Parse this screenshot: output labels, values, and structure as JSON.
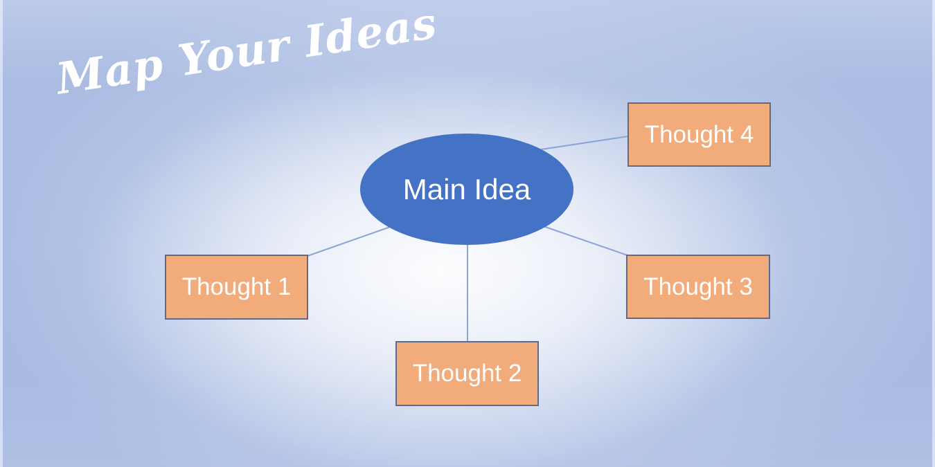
{
  "title": {
    "text": "Map Your Ideas"
  },
  "diagram": {
    "center": {
      "label": "Main Idea"
    },
    "nodes": [
      {
        "id": "thought-1",
        "label": "Thought 1"
      },
      {
        "id": "thought-2",
        "label": "Thought 2"
      },
      {
        "id": "thought-3",
        "label": "Thought 3"
      },
      {
        "id": "thought-4",
        "label": "Thought 4"
      }
    ]
  },
  "colors": {
    "background_edge": "#a9bbe2",
    "background_center": "#f2f5fb",
    "center_ellipse_fill": "#4472c4",
    "thought_fill": "#f2ab7b",
    "thought_border": "#5d6b88",
    "connector_line": "#8aa4d6",
    "title_text": "#ffffff",
    "node_text": "#ffffff"
  }
}
